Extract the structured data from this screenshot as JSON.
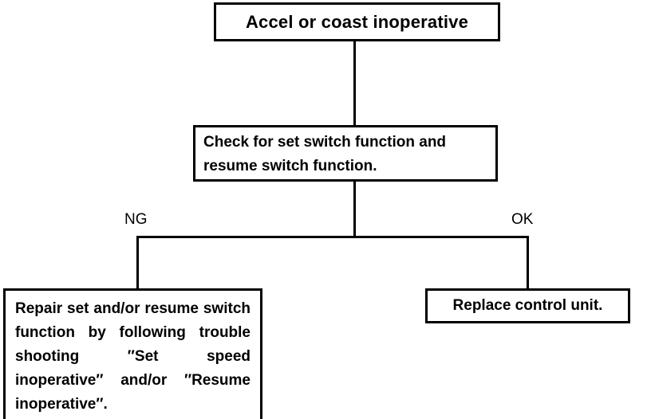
{
  "diagram": {
    "title": "Accel or coast inoperative troubleshooting flowchart",
    "type": "flowchart",
    "colors": {
      "background": "#ffffff",
      "stroke": "#000000",
      "text": "#000000"
    },
    "nodes": {
      "root": {
        "id": "accel-or-coast-inoperative",
        "text": "Accel or coast inoperative"
      },
      "check": {
        "id": "check-set-resume-switch",
        "text": "Check for set switch function and resume switch function."
      },
      "repair": {
        "id": "repair-set-resume-switch",
        "text": "Repair set and/or resume switch function by following trouble shooting ″Set speed inoperative″ and/or ″Resume inoperative″."
      },
      "replace": {
        "id": "replace-control-unit",
        "text": "Replace control unit."
      }
    },
    "branch_labels": {
      "ng": "NG",
      "ok": "OK"
    },
    "edges": [
      {
        "from": "root",
        "to": "check",
        "label": ""
      },
      {
        "from": "check",
        "to": "repair",
        "label": "NG"
      },
      {
        "from": "check",
        "to": "replace",
        "label": "OK"
      }
    ]
  }
}
